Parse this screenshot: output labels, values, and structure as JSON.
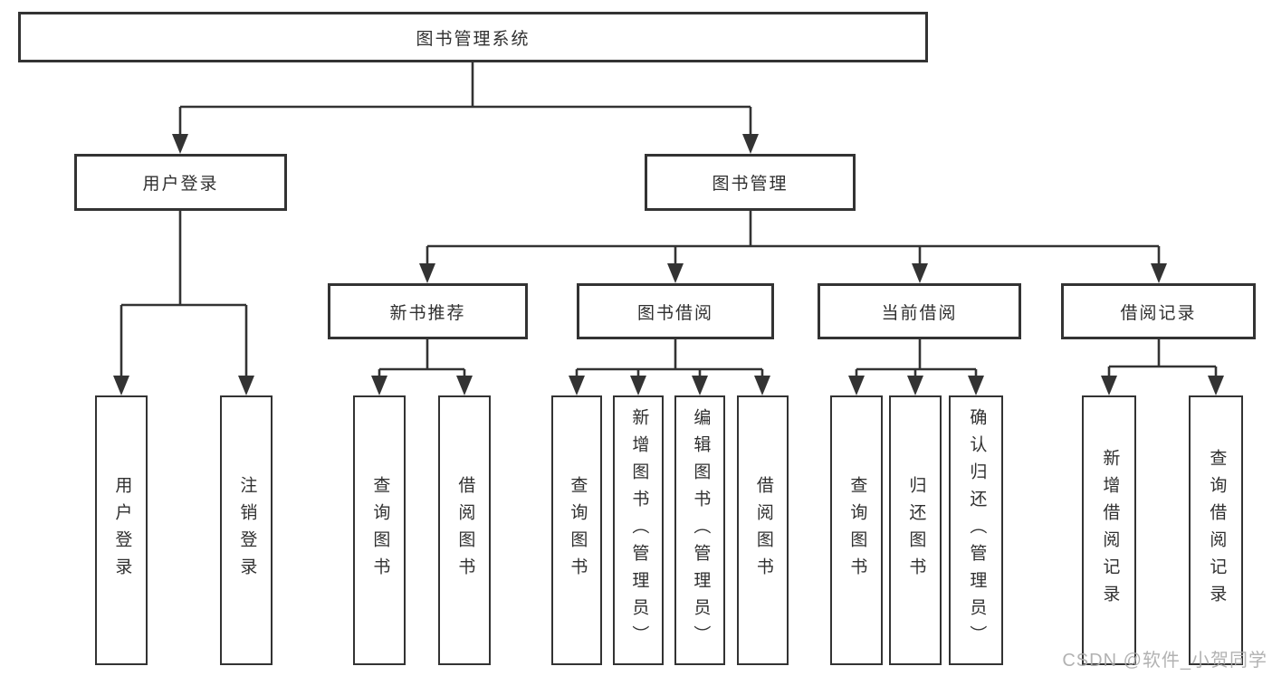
{
  "watermark": "CSDN @软件_小贺同学",
  "colors": {
    "line": "#333333",
    "box_border": "#333333",
    "text": "#303030",
    "watermark_text": "#aaaaaa",
    "background": "#ffffff"
  },
  "tree": {
    "root": {
      "label": "图书管理系统",
      "children": [
        {
          "label": "用户登录",
          "children": [
            {
              "label": "用户登录"
            },
            {
              "label": "注销登录"
            }
          ]
        },
        {
          "label": "图书管理",
          "children": [
            {
              "label": "新书推荐",
              "children": [
                {
                  "label": "查询图书"
                },
                {
                  "label": "借阅图书"
                }
              ]
            },
            {
              "label": "图书借阅",
              "children": [
                {
                  "label": "查询图书"
                },
                {
                  "label": "新增图书（管理员）"
                },
                {
                  "label": "编辑图书（管理员）"
                },
                {
                  "label": "借阅图书"
                }
              ]
            },
            {
              "label": "当前借阅",
              "children": [
                {
                  "label": "查询图书"
                },
                {
                  "label": "归还图书"
                },
                {
                  "label": "确认归还（管理员）"
                }
              ]
            },
            {
              "label": "借阅记录",
              "children": [
                {
                  "label": "新增借阅记录"
                },
                {
                  "label": "查询借阅记录"
                }
              ]
            }
          ]
        }
      ]
    }
  }
}
